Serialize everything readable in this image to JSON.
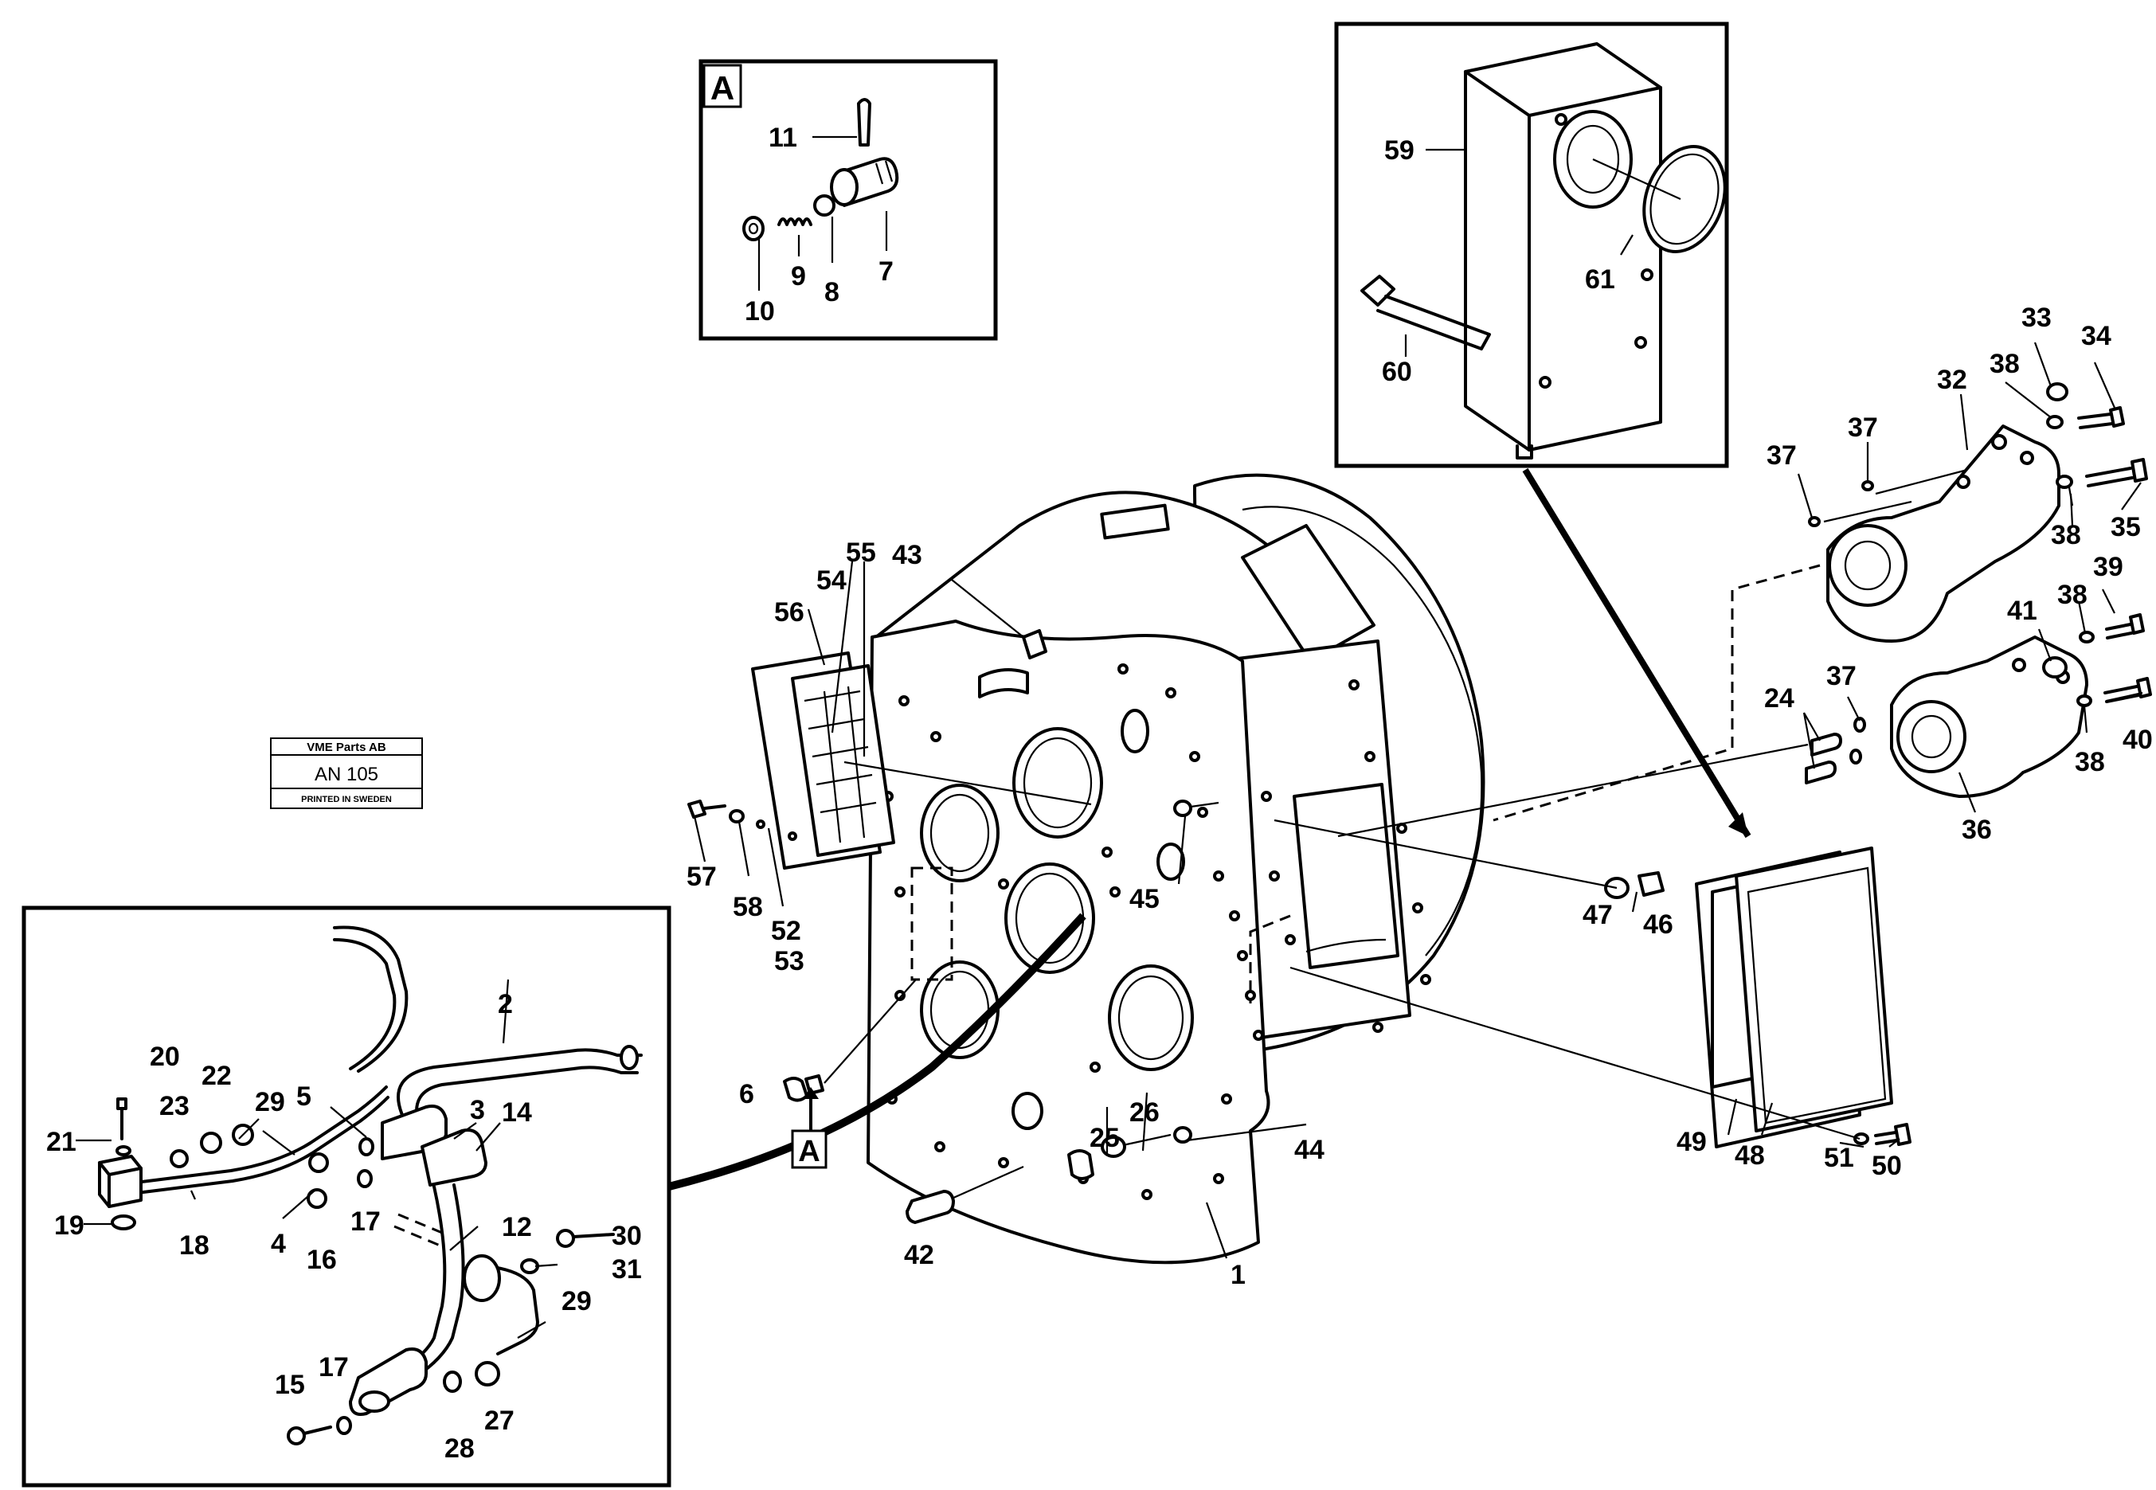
{
  "stamp": {
    "company": "VME Parts AB",
    "code": "AN 105",
    "printed": "PRINTED IN SWEDEN"
  },
  "detail_tag": "A",
  "callouts": [
    "1",
    "2",
    "3",
    "4",
    "5",
    "6",
    "7",
    "8",
    "9",
    "10",
    "11",
    "12",
    "14",
    "15",
    "16",
    "17",
    "17",
    "18",
    "19",
    "20",
    "21",
    "22",
    "23",
    "24",
    "25",
    "26",
    "27",
    "28",
    "29",
    "29",
    "30",
    "31",
    "32",
    "33",
    "34",
    "35",
    "36",
    "37",
    "37",
    "37",
    "38",
    "38",
    "38",
    "38",
    "39",
    "40",
    "41",
    "42",
    "43",
    "44",
    "45",
    "46",
    "47",
    "48",
    "49",
    "50",
    "51",
    "52",
    "53",
    "54",
    "55",
    "56",
    "57",
    "58",
    "59",
    "60",
    "61"
  ]
}
